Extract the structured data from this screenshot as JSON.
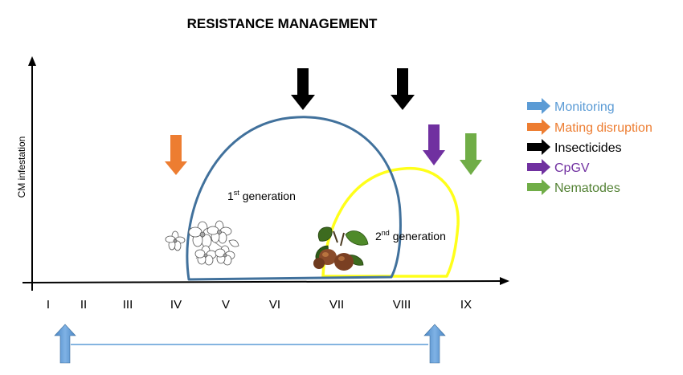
{
  "title": "RESISTANCE MANAGEMENT",
  "y_axis_label": "CM infestation",
  "months": [
    "I",
    "II",
    "III",
    "IV",
    "V",
    "VI",
    "VII",
    "VIII",
    "IX"
  ],
  "generations": {
    "first": {
      "prefix": "1",
      "sup": "st",
      "suffix": " generation",
      "color": "#41719c"
    },
    "second": {
      "prefix": "2",
      "sup": "nd",
      "suffix": " generation",
      "color": "#ffff1a"
    }
  },
  "legend": [
    {
      "label": "Monitoring",
      "color": "#5b9bd5",
      "text_color": "#5b9bd5"
    },
    {
      "label": "Mating disruption",
      "color": "#ed7d31",
      "text_color": "#ed7d31"
    },
    {
      "label": "Insecticides",
      "color": "#000000",
      "text_color": "#000000"
    },
    {
      "label": "CpGV",
      "color": "#7030a0",
      "text_color": "#7030a0"
    },
    {
      "label": "Nematodes",
      "color": "#70ad47",
      "text_color": "#548235"
    }
  ],
  "icons": [
    "flower-blossom-icon",
    "apple-fruit-icon"
  ]
}
